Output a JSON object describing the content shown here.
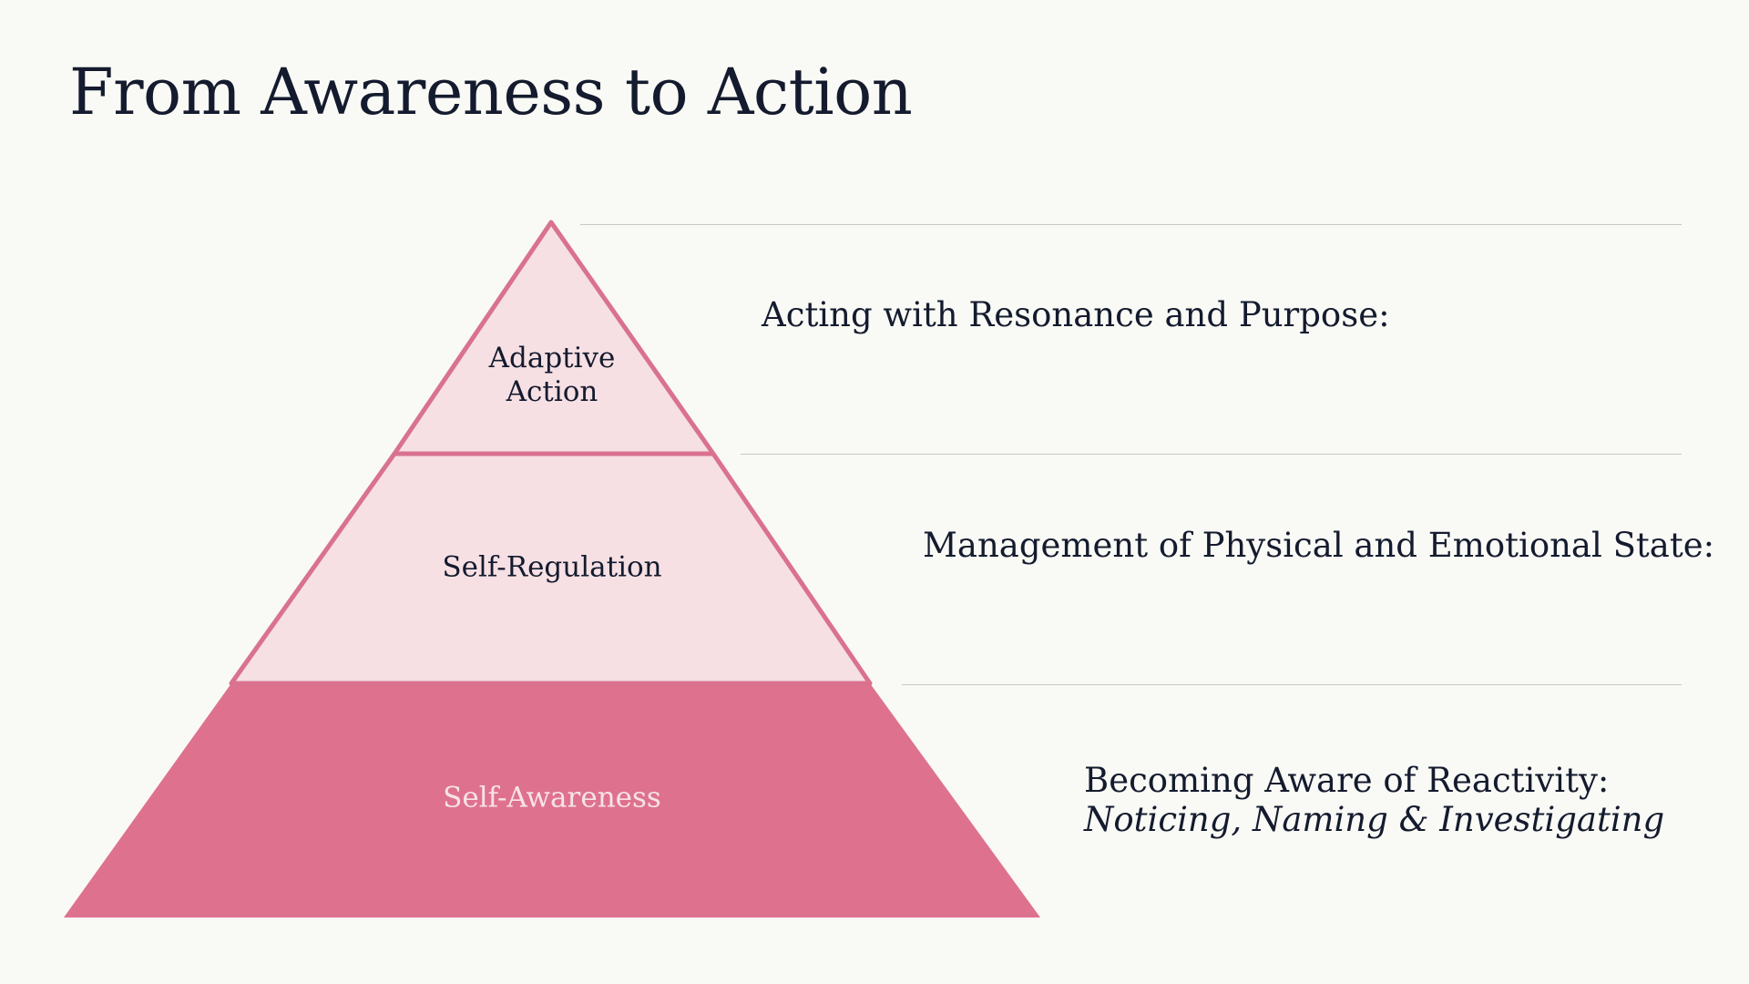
{
  "slide": {
    "title": "From Awareness to Action"
  },
  "colors": {
    "background": "#f9f9f5",
    "text": "#141b2e",
    "pyramid_outline": "#d9728f",
    "tier_light_fill": "#f6e0e4",
    "tier_strong_fill": "#de728e",
    "divider": "#c9c9c4"
  },
  "pyramid": {
    "levels": [
      {
        "label_lines": [
          "Adaptive",
          "Action"
        ],
        "description": "Acting with Resonance and Purpose:",
        "description_detail": ""
      },
      {
        "label_lines": [
          "Self-Regulation"
        ],
        "description": "Management of Physical and Emotional State:",
        "description_detail": ""
      },
      {
        "label_lines": [
          "Self-Awareness"
        ],
        "description": "Becoming Aware of Reactivity:",
        "description_detail": "Noticing, Naming & Investigating"
      }
    ]
  }
}
